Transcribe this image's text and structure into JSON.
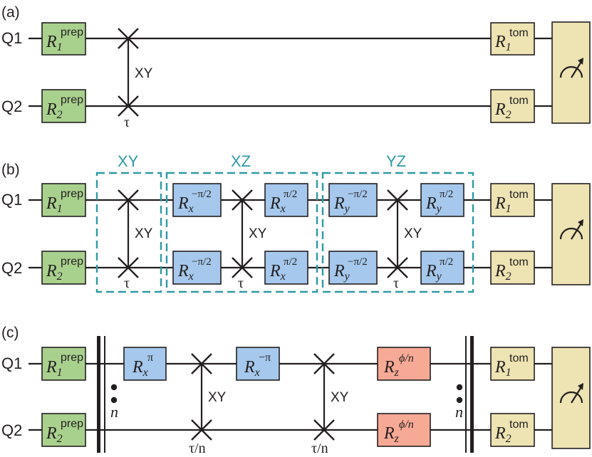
{
  "colors": {
    "prep": "#a9d18e",
    "tom": "#ede3b3",
    "rot": "#a5c8ec",
    "rz": "#f6a995",
    "dash": "#2e9aa5",
    "line": "#231f20"
  },
  "icons": {
    "measure": "meter-dial-icon"
  },
  "panels": {
    "a": {
      "label": "(a)",
      "q1": "Q1",
      "q2": "Q2",
      "prep1": {
        "base": "R",
        "sub": "1",
        "sup": "prep"
      },
      "prep2": {
        "base": "R",
        "sub": "2",
        "sup": "prep"
      },
      "xy": "XY",
      "tau": "τ",
      "tom1": {
        "base": "R",
        "sub": "1",
        "sup": "tom"
      },
      "tom2": {
        "base": "R",
        "sub": "2",
        "sup": "tom"
      }
    },
    "b": {
      "label": "(b)",
      "q1": "Q1",
      "q2": "Q2",
      "group_xy": "XY",
      "group_xz": "XZ",
      "group_yz": "YZ",
      "prep1": {
        "base": "R",
        "sub": "1",
        "sup": "prep"
      },
      "prep2": {
        "base": "R",
        "sub": "2",
        "sup": "prep"
      },
      "xy1": "XY",
      "tau1": "τ",
      "rx_neg_1": {
        "base": "R",
        "sub": "x",
        "sup": "−π/2"
      },
      "rx_neg_2": {
        "base": "R",
        "sub": "x",
        "sup": "−π/2"
      },
      "xy2": "XY",
      "tau2": "τ",
      "rx_pos_1": {
        "base": "R",
        "sub": "x",
        "sup": "π/2"
      },
      "rx_pos_2": {
        "base": "R",
        "sub": "x",
        "sup": "π/2"
      },
      "ry_neg_1": {
        "base": "R",
        "sub": "y",
        "sup": "−π/2"
      },
      "ry_neg_2": {
        "base": "R",
        "sub": "y",
        "sup": "−π/2"
      },
      "xy3": "XY",
      "tau3": "τ",
      "ry_pos_1": {
        "base": "R",
        "sub": "y",
        "sup": "π/2"
      },
      "ry_pos_2": {
        "base": "R",
        "sub": "y",
        "sup": "π/2"
      },
      "tom1": {
        "base": "R",
        "sub": "1",
        "sup": "tom"
      },
      "tom2": {
        "base": "R",
        "sub": "2",
        "sup": "tom"
      }
    },
    "c": {
      "label": "(c)",
      "q1": "Q1",
      "q2": "Q2",
      "prep1": {
        "base": "R",
        "sub": "1",
        "sup": "prep"
      },
      "prep2": {
        "base": "R",
        "sub": "2",
        "sup": "prep"
      },
      "n_left": "n",
      "n_right": "n",
      "rx_pi": {
        "base": "R",
        "sub": "x",
        "sup": "π"
      },
      "xy1": "XY",
      "tau1": "τ/n",
      "rx_negpi": {
        "base": "R",
        "sub": "x",
        "sup": "−π"
      },
      "xy2": "XY",
      "tau2": "τ/n",
      "rz1": {
        "base": "R",
        "sub": "z",
        "sup": "ϕ/n"
      },
      "rz2": {
        "base": "R",
        "sub": "z",
        "sup": "ϕ/n"
      },
      "tom1": {
        "base": "R",
        "sub": "1",
        "sup": "tom"
      },
      "tom2": {
        "base": "R",
        "sub": "2",
        "sup": "tom"
      }
    }
  }
}
